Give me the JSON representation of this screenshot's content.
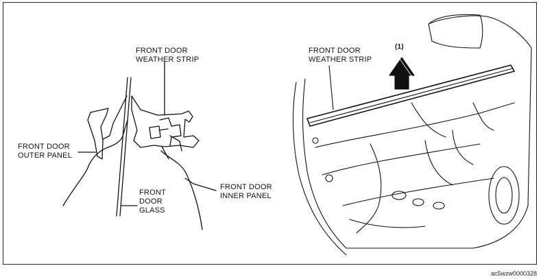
{
  "left_diagram": {
    "weather_strip_label": [
      "FRONT DOOR",
      "WEATHER STRIP"
    ],
    "outer_panel_label": [
      "FRONT DOOR",
      "OUTER PANEL"
    ],
    "glass_label": [
      "FRONT",
      "DOOR",
      "GLASS"
    ],
    "inner_panel_label": [
      "FRONT DOOR",
      "INNER PANEL"
    ]
  },
  "right_diagram": {
    "weather_strip_label": [
      "FRONT DOOR",
      "WEATHER STRIP"
    ],
    "step_marker": "(1)"
  },
  "figure_code": "ac5wzw0000328"
}
